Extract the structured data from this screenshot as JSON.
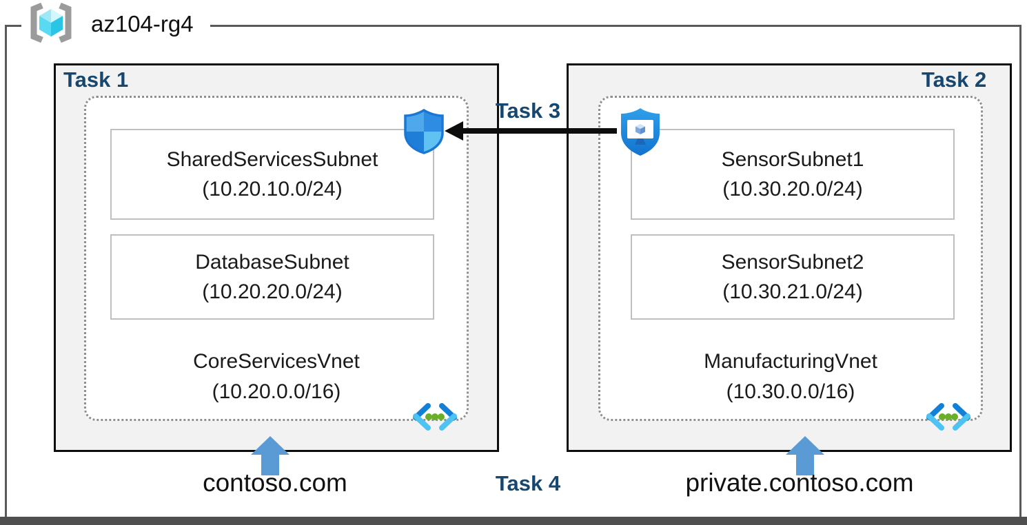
{
  "resource_group": {
    "name": "az104-rg4",
    "icon": "resource-group-brackets-cube-icon"
  },
  "labels": {
    "task1": "Task 1",
    "task2": "Task 2",
    "task3": "Task 3",
    "task4": "Task 4"
  },
  "vnets": [
    {
      "task_label": "Task 1",
      "name": "CoreServicesVnet",
      "cidr": "(10.20.0.0/16)",
      "dns_label": "contoso.com",
      "corner_icon": "nsg-shield-icon",
      "subnets": [
        {
          "name": "SharedServicesSubnet",
          "cidr": "(10.20.10.0/24)"
        },
        {
          "name": "DatabaseSubnet",
          "cidr": "(10.20.20.0/24)"
        }
      ]
    },
    {
      "task_label": "Task 2",
      "name": "ManufacturingVnet",
      "cidr": "(10.30.0.0/16)",
      "dns_label": "private.contoso.com",
      "corner_icon": "bastion-shield-monitor-icon",
      "subnets": [
        {
          "name": "SensorSubnet1",
          "cidr": "(10.30.20.0/24)"
        },
        {
          "name": "SensorSubnet2",
          "cidr": "(10.30.21.0/24)"
        }
      ]
    }
  ],
  "peering_arrow": {
    "label": "Task 3",
    "direction": "right-to-left"
  },
  "icons": {
    "vnet_corner_badge": "virtual-network-chevrons-icon",
    "dns_pointer": "up-arrow-icon"
  },
  "colors": {
    "task_label_navy": "#17466F",
    "box_fill_gray": "#F2F2F2",
    "outer_border_gray": "#595959",
    "subnet_border_gray": "#BFBFBF",
    "up_arrow_blue": "#5B9BD5",
    "peering_arrow_black": "#0D0D0D",
    "vnet_chevron_blue": "#1380D8",
    "vnet_chevron_cyan": "#4EC3F2",
    "vnet_dots_green": "#6BAE28",
    "shield_blue": "#2E8DE2",
    "rg_cube_cyan": "#3ECFEB"
  }
}
